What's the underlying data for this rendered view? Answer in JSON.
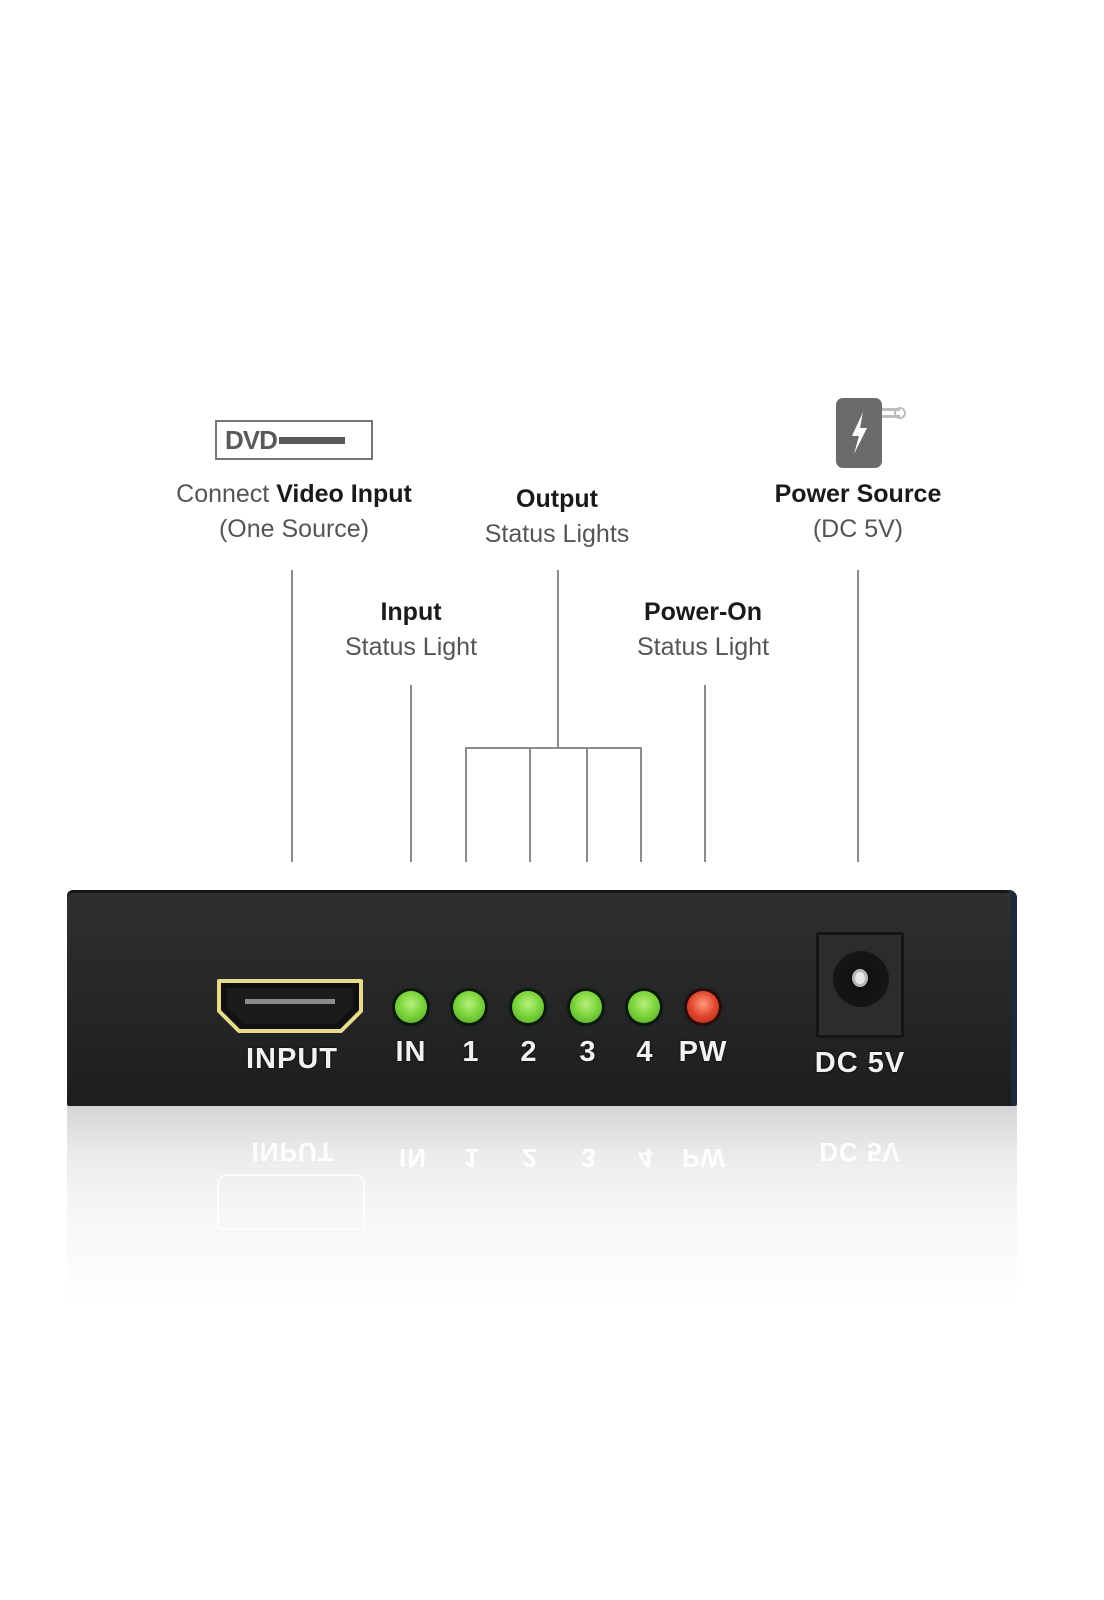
{
  "callouts": {
    "video_input": {
      "icon": "dvd-icon",
      "icon_text": "DVD",
      "line1_light": "Connect ",
      "line1_bold": "Video Input",
      "line2": "(One Source)"
    },
    "output_lights": {
      "title": "Output",
      "subtitle": "Status Lights"
    },
    "power_source": {
      "icon": "power-adapter-icon",
      "title": "Power Source",
      "subtitle": "(DC 5V)"
    },
    "input_light": {
      "title": "Input",
      "subtitle": "Status Light"
    },
    "power_on_light": {
      "title": "Power-On",
      "subtitle": "Status Light"
    }
  },
  "device": {
    "ports": {
      "hdmi_input_label": "INPUT",
      "dc_label": "DC 5V"
    },
    "leds": [
      {
        "label": "IN",
        "color": "green",
        "hex": "#7ed63f"
      },
      {
        "label": "1",
        "color": "green",
        "hex": "#7ed63f"
      },
      {
        "label": "2",
        "color": "green",
        "hex": "#7ed63f"
      },
      {
        "label": "3",
        "color": "green",
        "hex": "#7ed63f"
      },
      {
        "label": "4",
        "color": "green",
        "hex": "#7ed63f"
      },
      {
        "label": "PW",
        "color": "red",
        "hex": "#e0472d"
      }
    ],
    "body_color": "#262729",
    "hdmi_trim_color": "#e8dc8a"
  },
  "reflection": {
    "input": "INPUT",
    "in": "IN",
    "l1": "1",
    "l2": "2",
    "l3": "3",
    "l4": "4",
    "pw": "PW",
    "dc": "DC 5V"
  }
}
